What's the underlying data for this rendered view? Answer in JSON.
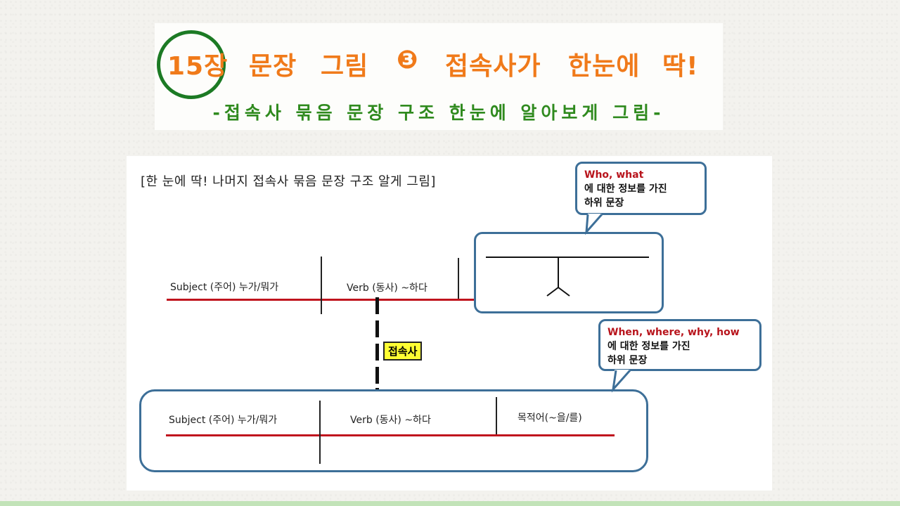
{
  "title": {
    "chapter": "15장",
    "parts": [
      "문장",
      "그림",
      "❸",
      "접속사가",
      "한눈에",
      "딱!"
    ],
    "subtitle": "-접속사 묶음 문장 구조 한눈에 알아보게 그림-"
  },
  "diagram": {
    "caption": "[한 눈에 딱! 나머지 접속사 묶음 문장 구조 알게 그림]",
    "top_sentence": {
      "subject": "Subject (주어) 누가/뭐가",
      "verb": "Verb (동사) ~하다"
    },
    "conjunction": "접속사",
    "bottom_sentence": {
      "subject": "Subject (주어) 누가/뭐가",
      "verb": "Verb (동사) ~하다",
      "object": "목적어(~을/를)"
    },
    "callout_top": {
      "highlight": "Who, what",
      "line1": "에 대한 정보를 가진",
      "line2": "하위 문장"
    },
    "callout_bottom": {
      "highlight": "When, where, why, how",
      "line1": "에 대한 정보를 가진",
      "line2": "하위 문장"
    }
  },
  "colors": {
    "title_orange": "#f07a1a",
    "title_green": "#2f8a1e",
    "base_line_red": "#c0141e",
    "bubble_border": "#3d6f98",
    "highlight_yellow": "#ffff33"
  }
}
